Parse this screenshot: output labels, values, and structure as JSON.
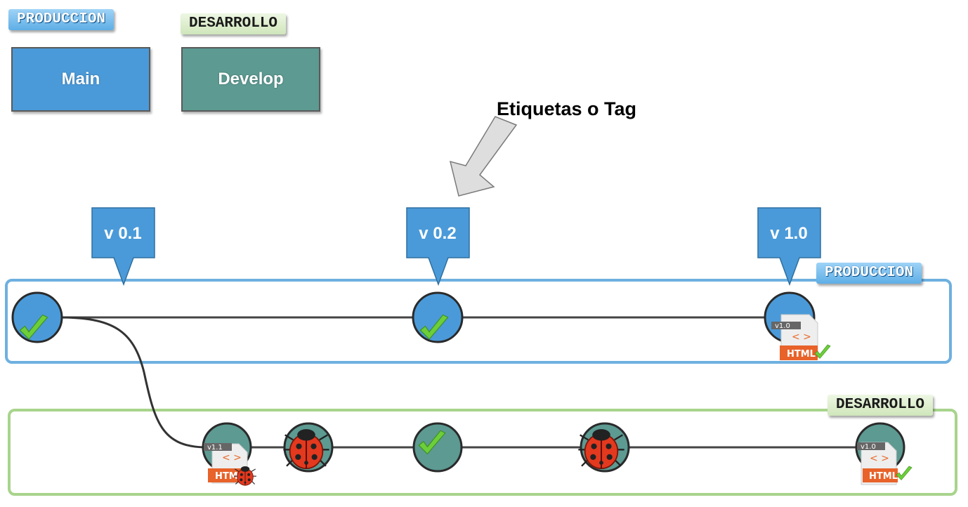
{
  "legend": {
    "production_tag": "PRODUCCION",
    "development_tag": "DESARROLLO",
    "main_label": "Main",
    "develop_label": "Develop"
  },
  "annotation": {
    "text": "Etiquetas o Tag"
  },
  "versions": [
    "v 0.1",
    "v 0.2",
    "v 1.0"
  ],
  "lanes": {
    "production_label": "PRODUCCION",
    "development_label": "DESARROLLO"
  },
  "file_badges": {
    "prod_release": "v1.0",
    "dev_start": "v1.1",
    "dev_end": "v1.0",
    "format": "HTML"
  },
  "colors": {
    "main": "#4a9ad9",
    "develop": "#5c9a92",
    "check": "#6ccf3a",
    "arrow": "#dedede"
  }
}
